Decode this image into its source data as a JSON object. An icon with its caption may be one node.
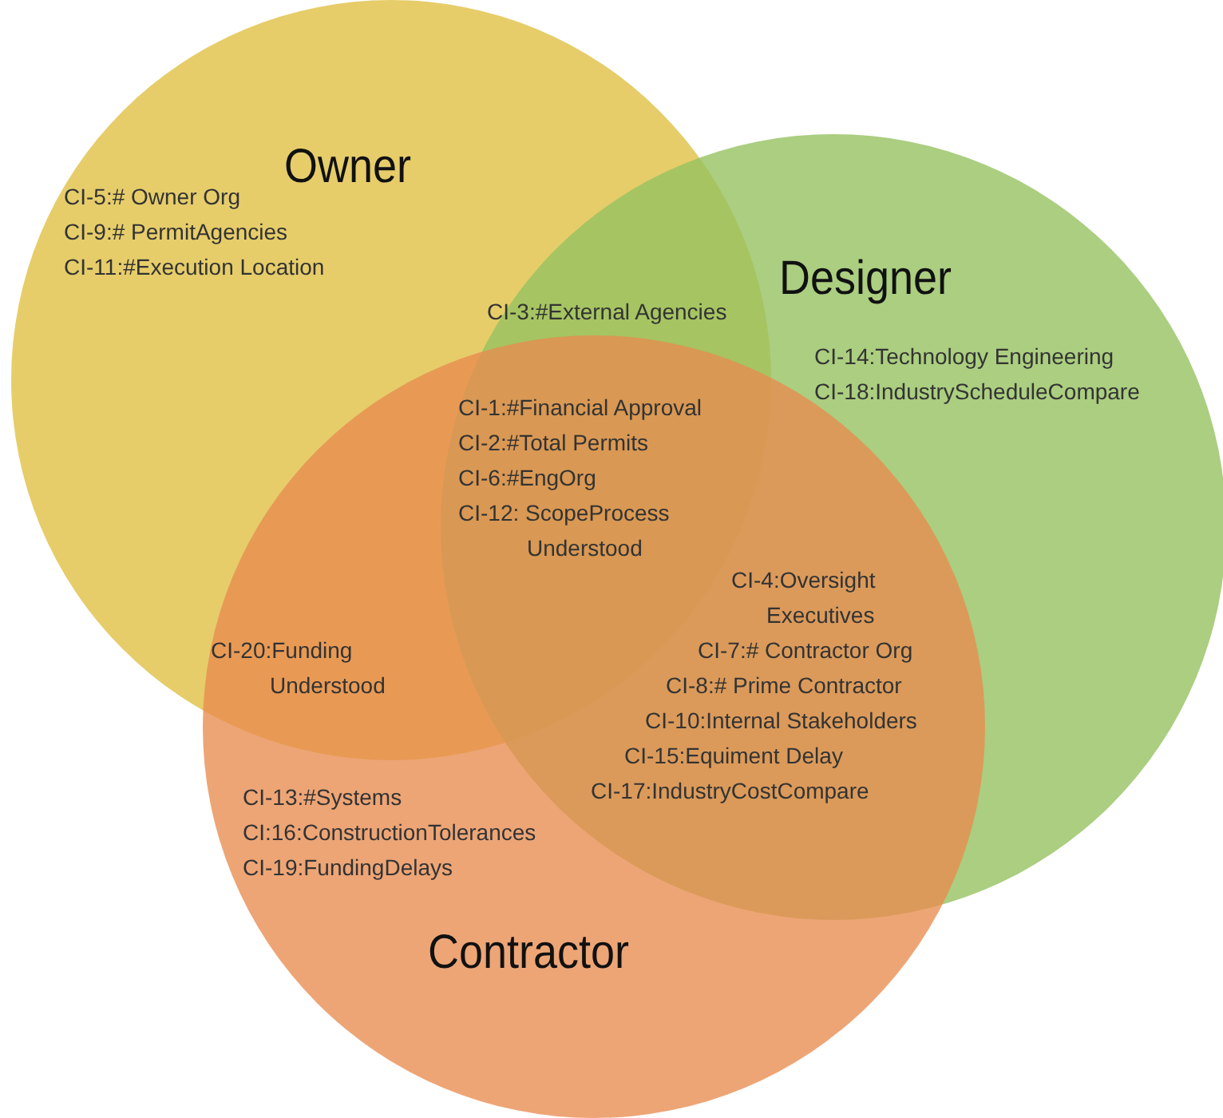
{
  "diagram": {
    "nodes": [
      {
        "text": [
          "Owner"
        ]
      },
      {
        "text": [
          "Designer"
        ]
      },
      {
        "text": [
          "Contractor"
        ]
      }
    ],
    "labels": [
      "CI-5:# Owner Org",
      "CI-9:# PermitAgencies",
      "CI-11:#Execution Location",
      "CI-3:#External Agencies",
      "CI-14:Technology Engineering",
      "CI-18:IndustryScheduleCompare",
      "CI-1:#Financial Approval",
      "CI-2:#Total Permits",
      "CI-6:#EngOrg",
      "CI-12: ScopeProcess Understood",
      "CI-4:Oversight Executives",
      "CI-20:Funding Understood",
      "CI-7:# Contractor Org",
      "CI-8:# Prime Contractor",
      "CI-10:Internal Stakeholders",
      "CI-15:Equiment Delay",
      "CI-17:IndustryCostCompare",
      "CI-13:#Systems",
      "CI:16:ConstructionTolerances",
      "CI-19:FundingDelays"
    ]
  }
}
